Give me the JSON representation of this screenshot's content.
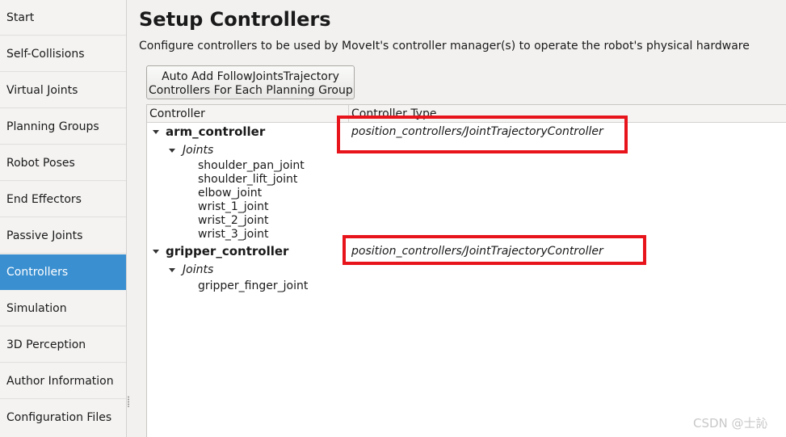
{
  "sidebar": {
    "items": [
      {
        "label": "Start",
        "active": false
      },
      {
        "label": "Self-Collisions",
        "active": false
      },
      {
        "label": "Virtual Joints",
        "active": false
      },
      {
        "label": "Planning Groups",
        "active": false
      },
      {
        "label": "Robot Poses",
        "active": false
      },
      {
        "label": "End Effectors",
        "active": false
      },
      {
        "label": "Passive Joints",
        "active": false
      },
      {
        "label": "Controllers",
        "active": true
      },
      {
        "label": "Simulation",
        "active": false
      },
      {
        "label": "3D Perception",
        "active": false
      },
      {
        "label": "Author Information",
        "active": false
      },
      {
        "label": "Configuration Files",
        "active": false
      }
    ]
  },
  "main": {
    "title": "Setup Controllers",
    "description": "Configure controllers to be used by MoveIt's controller manager(s) to operate the robot's physical hardware",
    "auto_add_button": {
      "line1": "Auto Add FollowJointsTrajectory",
      "line2": "Controllers For Each Planning Group"
    }
  },
  "tree": {
    "columns": [
      "Controller",
      "Controller Type"
    ],
    "controllers": [
      {
        "name": "arm_controller",
        "type": "position_controllers/JointTrajectoryController",
        "group_label": "Joints",
        "joints": [
          "shoulder_pan_joint",
          "shoulder_lift_joint",
          "elbow_joint",
          "wrist_1_joint",
          "wrist_2_joint",
          "wrist_3_joint"
        ]
      },
      {
        "name": "gripper_controller",
        "type": "position_controllers/JointTrajectoryController",
        "group_label": "Joints",
        "joints": [
          "gripper_finger_joint"
        ]
      }
    ]
  },
  "watermark": "CSDN @士訫",
  "colors": {
    "accent": "#3a8fd0",
    "highlight": "#e8141c"
  }
}
